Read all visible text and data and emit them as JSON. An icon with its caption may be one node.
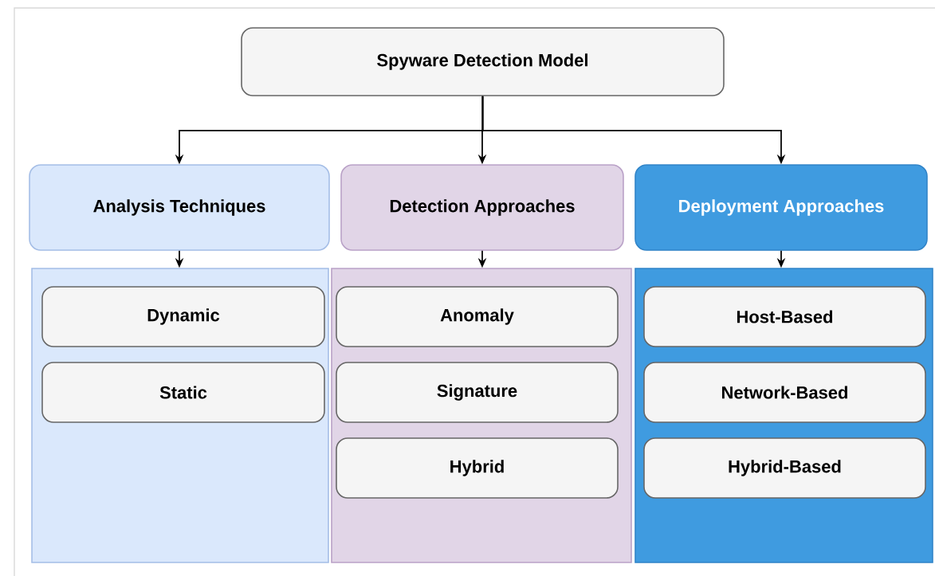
{
  "diagram": {
    "nodes": [
      {
        "text": [
          "Spyware Detection Model"
        ]
      },
      {
        "text": [
          "Analysis Techniques"
        ]
      },
      {
        "text": [
          "Detection Approaches"
        ]
      },
      {
        "text": [
          "Deployment Approaches"
        ]
      },
      {
        "text": [],
        "shape": "box"
      },
      {
        "text": [
          "Dynamic"
        ],
        "in": 4
      },
      {
        "text": [
          "Static"
        ],
        "in": 4
      },
      {
        "text": [],
        "shape": "box"
      },
      {
        "text": [
          "Anomaly"
        ],
        "in": 7
      },
      {
        "text": [
          "Signature"
        ],
        "in": 7
      },
      {
        "text": [
          "Hybrid"
        ],
        "in": 7
      },
      {
        "text": [],
        "shape": "box"
      },
      {
        "text": [
          "Host-Based"
        ],
        "in": 11
      },
      {
        "text": [
          "Network-Based"
        ],
        "in": 11
      },
      {
        "text": [
          "Hybrid-Based"
        ],
        "in": 11
      }
    ],
    "edges": [
      {
        "from": 0,
        "to": 1,
        "arrow": "to"
      },
      {
        "from": 0,
        "to": 2,
        "arrow": "to"
      },
      {
        "from": 0,
        "to": 3,
        "arrow": "to"
      },
      {
        "from": 1,
        "to": 4,
        "arrow": "to"
      },
      {
        "from": 2,
        "to": 7,
        "arrow": "to"
      },
      {
        "from": 3,
        "to": 11,
        "arrow": "to"
      }
    ]
  }
}
